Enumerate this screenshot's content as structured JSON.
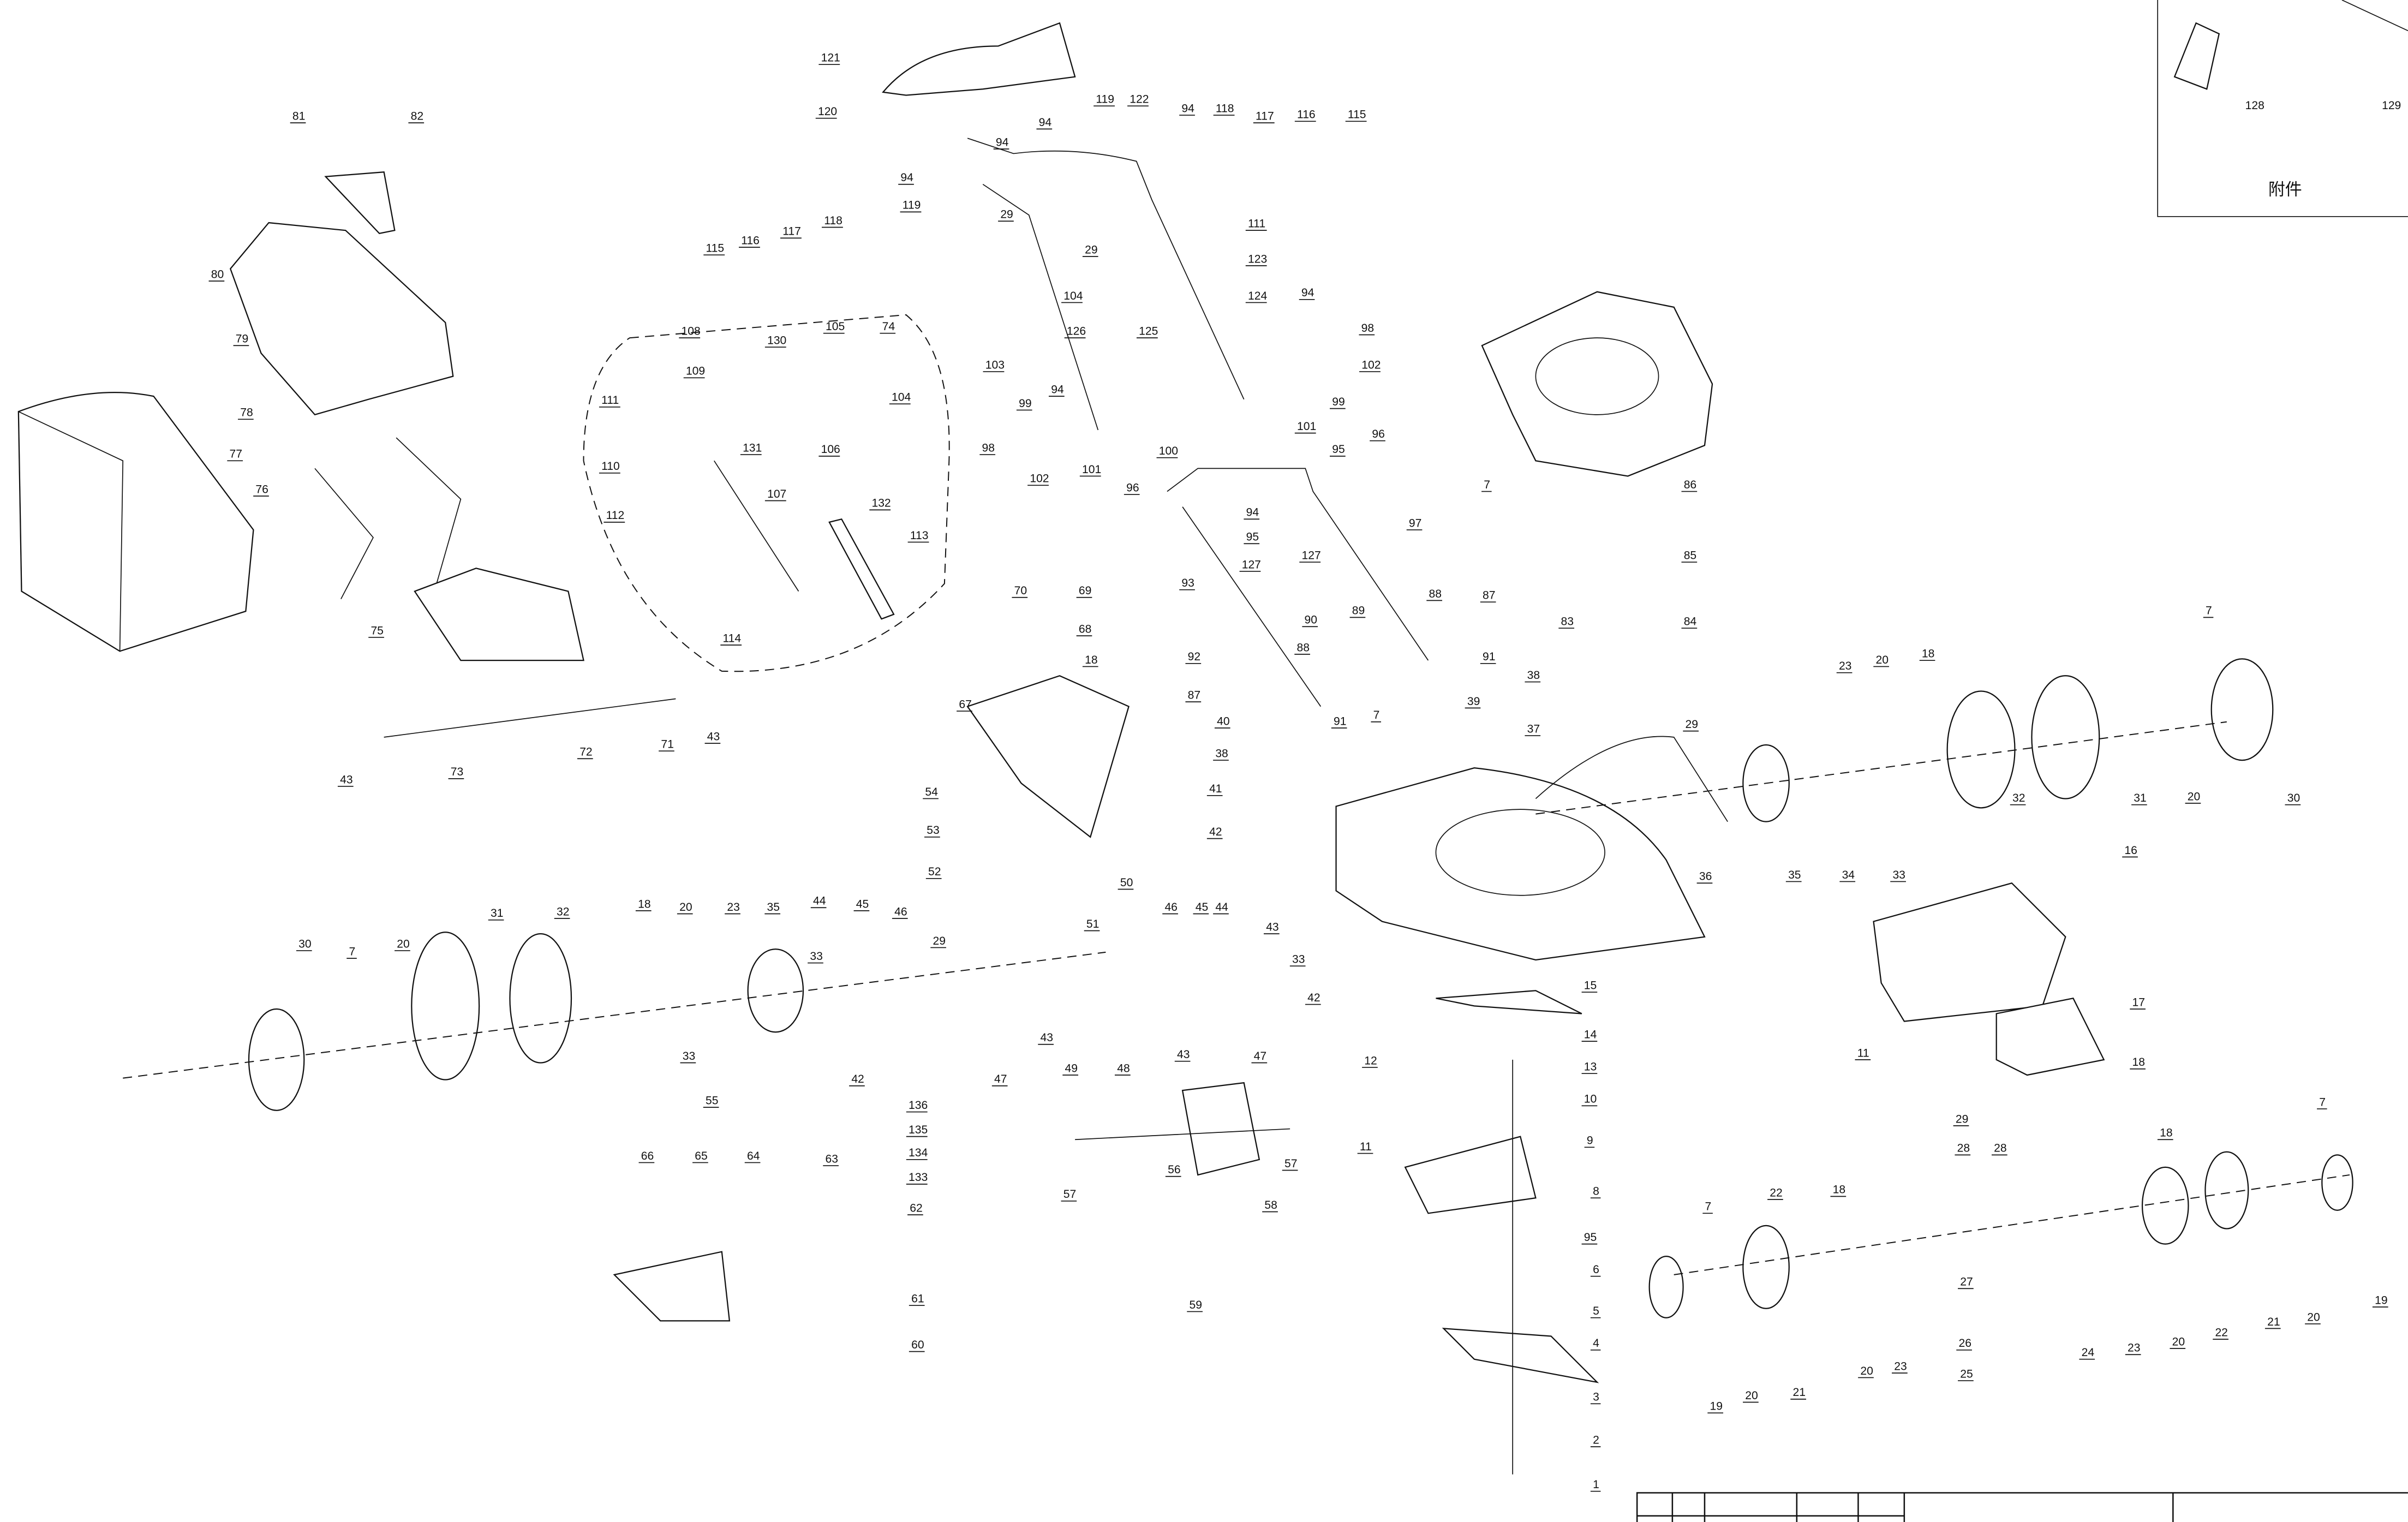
{
  "title": "Lawn mower exploded parts diagram",
  "labels": [
    "121",
    "120",
    "94",
    "94",
    "94",
    "119",
    "122",
    "94",
    "118",
    "117",
    "116",
    "115",
    "119",
    "118",
    "117",
    "116",
    "115",
    "29",
    "29",
    "111",
    "123",
    "104",
    "124",
    "126",
    "125",
    "94",
    "98",
    "103",
    "102",
    "94",
    "99",
    "99",
    "101",
    "98",
    "102",
    "101",
    "100",
    "96",
    "95",
    "96",
    "94",
    "95",
    "127",
    "127",
    "97",
    "93",
    "92",
    "89",
    "88",
    "87",
    "90",
    "88",
    "91",
    "87",
    "91",
    "38",
    "39",
    "7",
    "40",
    "37",
    "38",
    "41",
    "42",
    "43",
    "81",
    "82",
    "80",
    "79",
    "78",
    "77",
    "76",
    "75",
    "72",
    "71",
    "43",
    "43",
    "73",
    "108",
    "130",
    "105",
    "74",
    "109",
    "104",
    "111",
    "110",
    "131",
    "106",
    "107",
    "132",
    "112",
    "113",
    "114",
    "70",
    "69",
    "68",
    "18",
    "67",
    "54",
    "53",
    "52",
    "51",
    "50",
    "29",
    "46",
    "45",
    "44",
    "33",
    "42",
    "47",
    "43",
    "48",
    "49",
    "43",
    "47",
    "42",
    "30",
    "7",
    "20",
    "31",
    "32",
    "18",
    "20",
    "23",
    "35",
    "44",
    "45",
    "46",
    "33",
    "33",
    "55",
    "57",
    "56",
    "57",
    "58",
    "59",
    "136",
    "135",
    "134",
    "133",
    "62",
    "63",
    "64",
    "65",
    "66",
    "61",
    "60",
    "15",
    "14",
    "12",
    "13",
    "10",
    "9",
    "11",
    "8",
    "95",
    "6",
    "5",
    "4",
    "3",
    "2",
    "1",
    "7",
    "86",
    "85",
    "83",
    "84",
    "23",
    "20",
    "18",
    "7",
    "29",
    "36",
    "35",
    "34",
    "33",
    "32",
    "31",
    "20",
    "30",
    "16",
    "17",
    "11",
    "18",
    "29",
    "28",
    "28",
    "7",
    "18",
    "22",
    "18",
    "7",
    "27",
    "26",
    "25",
    "24",
    "23",
    "23",
    "20",
    "22",
    "21",
    "20",
    "19",
    "19",
    "20",
    "21",
    "20"
  ],
  "accessory_box": {
    "caption": "附件",
    "labels": [
      "128",
      "129"
    ]
  }
}
